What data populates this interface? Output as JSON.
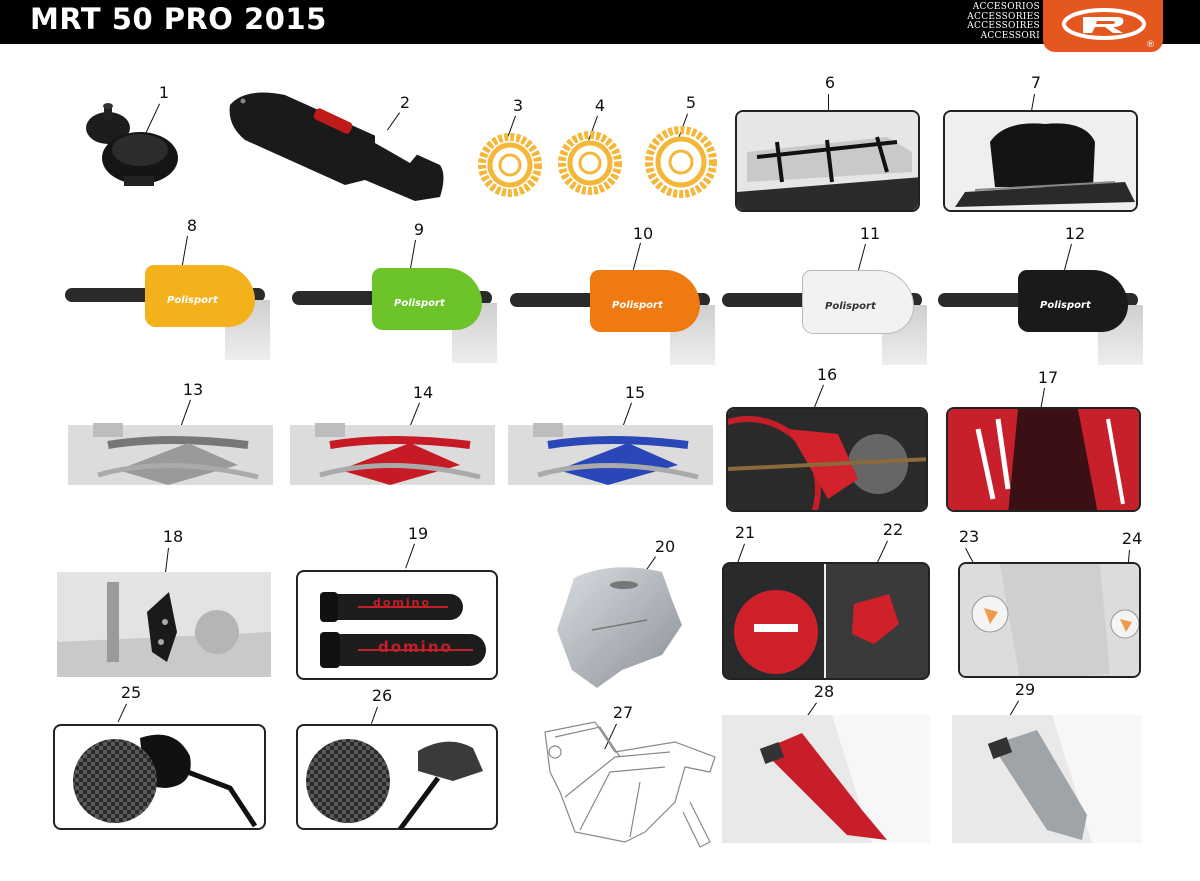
{
  "header": {
    "title": "MRT 50 PRO 2015",
    "accessories_lines": [
      "ACCESORIOS",
      "ACCESSORIES",
      "ACCESSOIRES",
      "ACCESSORI"
    ],
    "logo_reg": "®"
  },
  "colors": {
    "header_bg": "#000000",
    "logo_orange": "#e4571e",
    "sprocket_gold": "#f5b73a",
    "guard_yellow": "#f3b21b",
    "guard_green": "#6cc42a",
    "guard_orange": "#f07a12",
    "guard_white": "#f2f2f2",
    "guard_black": "#1a1a1a",
    "brace_red": "#c61a25",
    "brace_blue": "#2a47b8",
    "cover_red": "#d0202a"
  },
  "guard_brand": "Polisport",
  "grip_brand": "domino",
  "parts": [
    {
      "n": "1"
    },
    {
      "n": "2"
    },
    {
      "n": "3"
    },
    {
      "n": "4"
    },
    {
      "n": "5"
    },
    {
      "n": "6"
    },
    {
      "n": "7"
    },
    {
      "n": "8"
    },
    {
      "n": "9"
    },
    {
      "n": "10"
    },
    {
      "n": "11"
    },
    {
      "n": "12"
    },
    {
      "n": "13"
    },
    {
      "n": "14"
    },
    {
      "n": "15"
    },
    {
      "n": "16"
    },
    {
      "n": "17"
    },
    {
      "n": "18"
    },
    {
      "n": "19"
    },
    {
      "n": "20"
    },
    {
      "n": "21"
    },
    {
      "n": "22"
    },
    {
      "n": "23"
    },
    {
      "n": "24"
    },
    {
      "n": "25"
    },
    {
      "n": "26"
    },
    {
      "n": "27"
    },
    {
      "n": "28"
    },
    {
      "n": "29"
    }
  ]
}
